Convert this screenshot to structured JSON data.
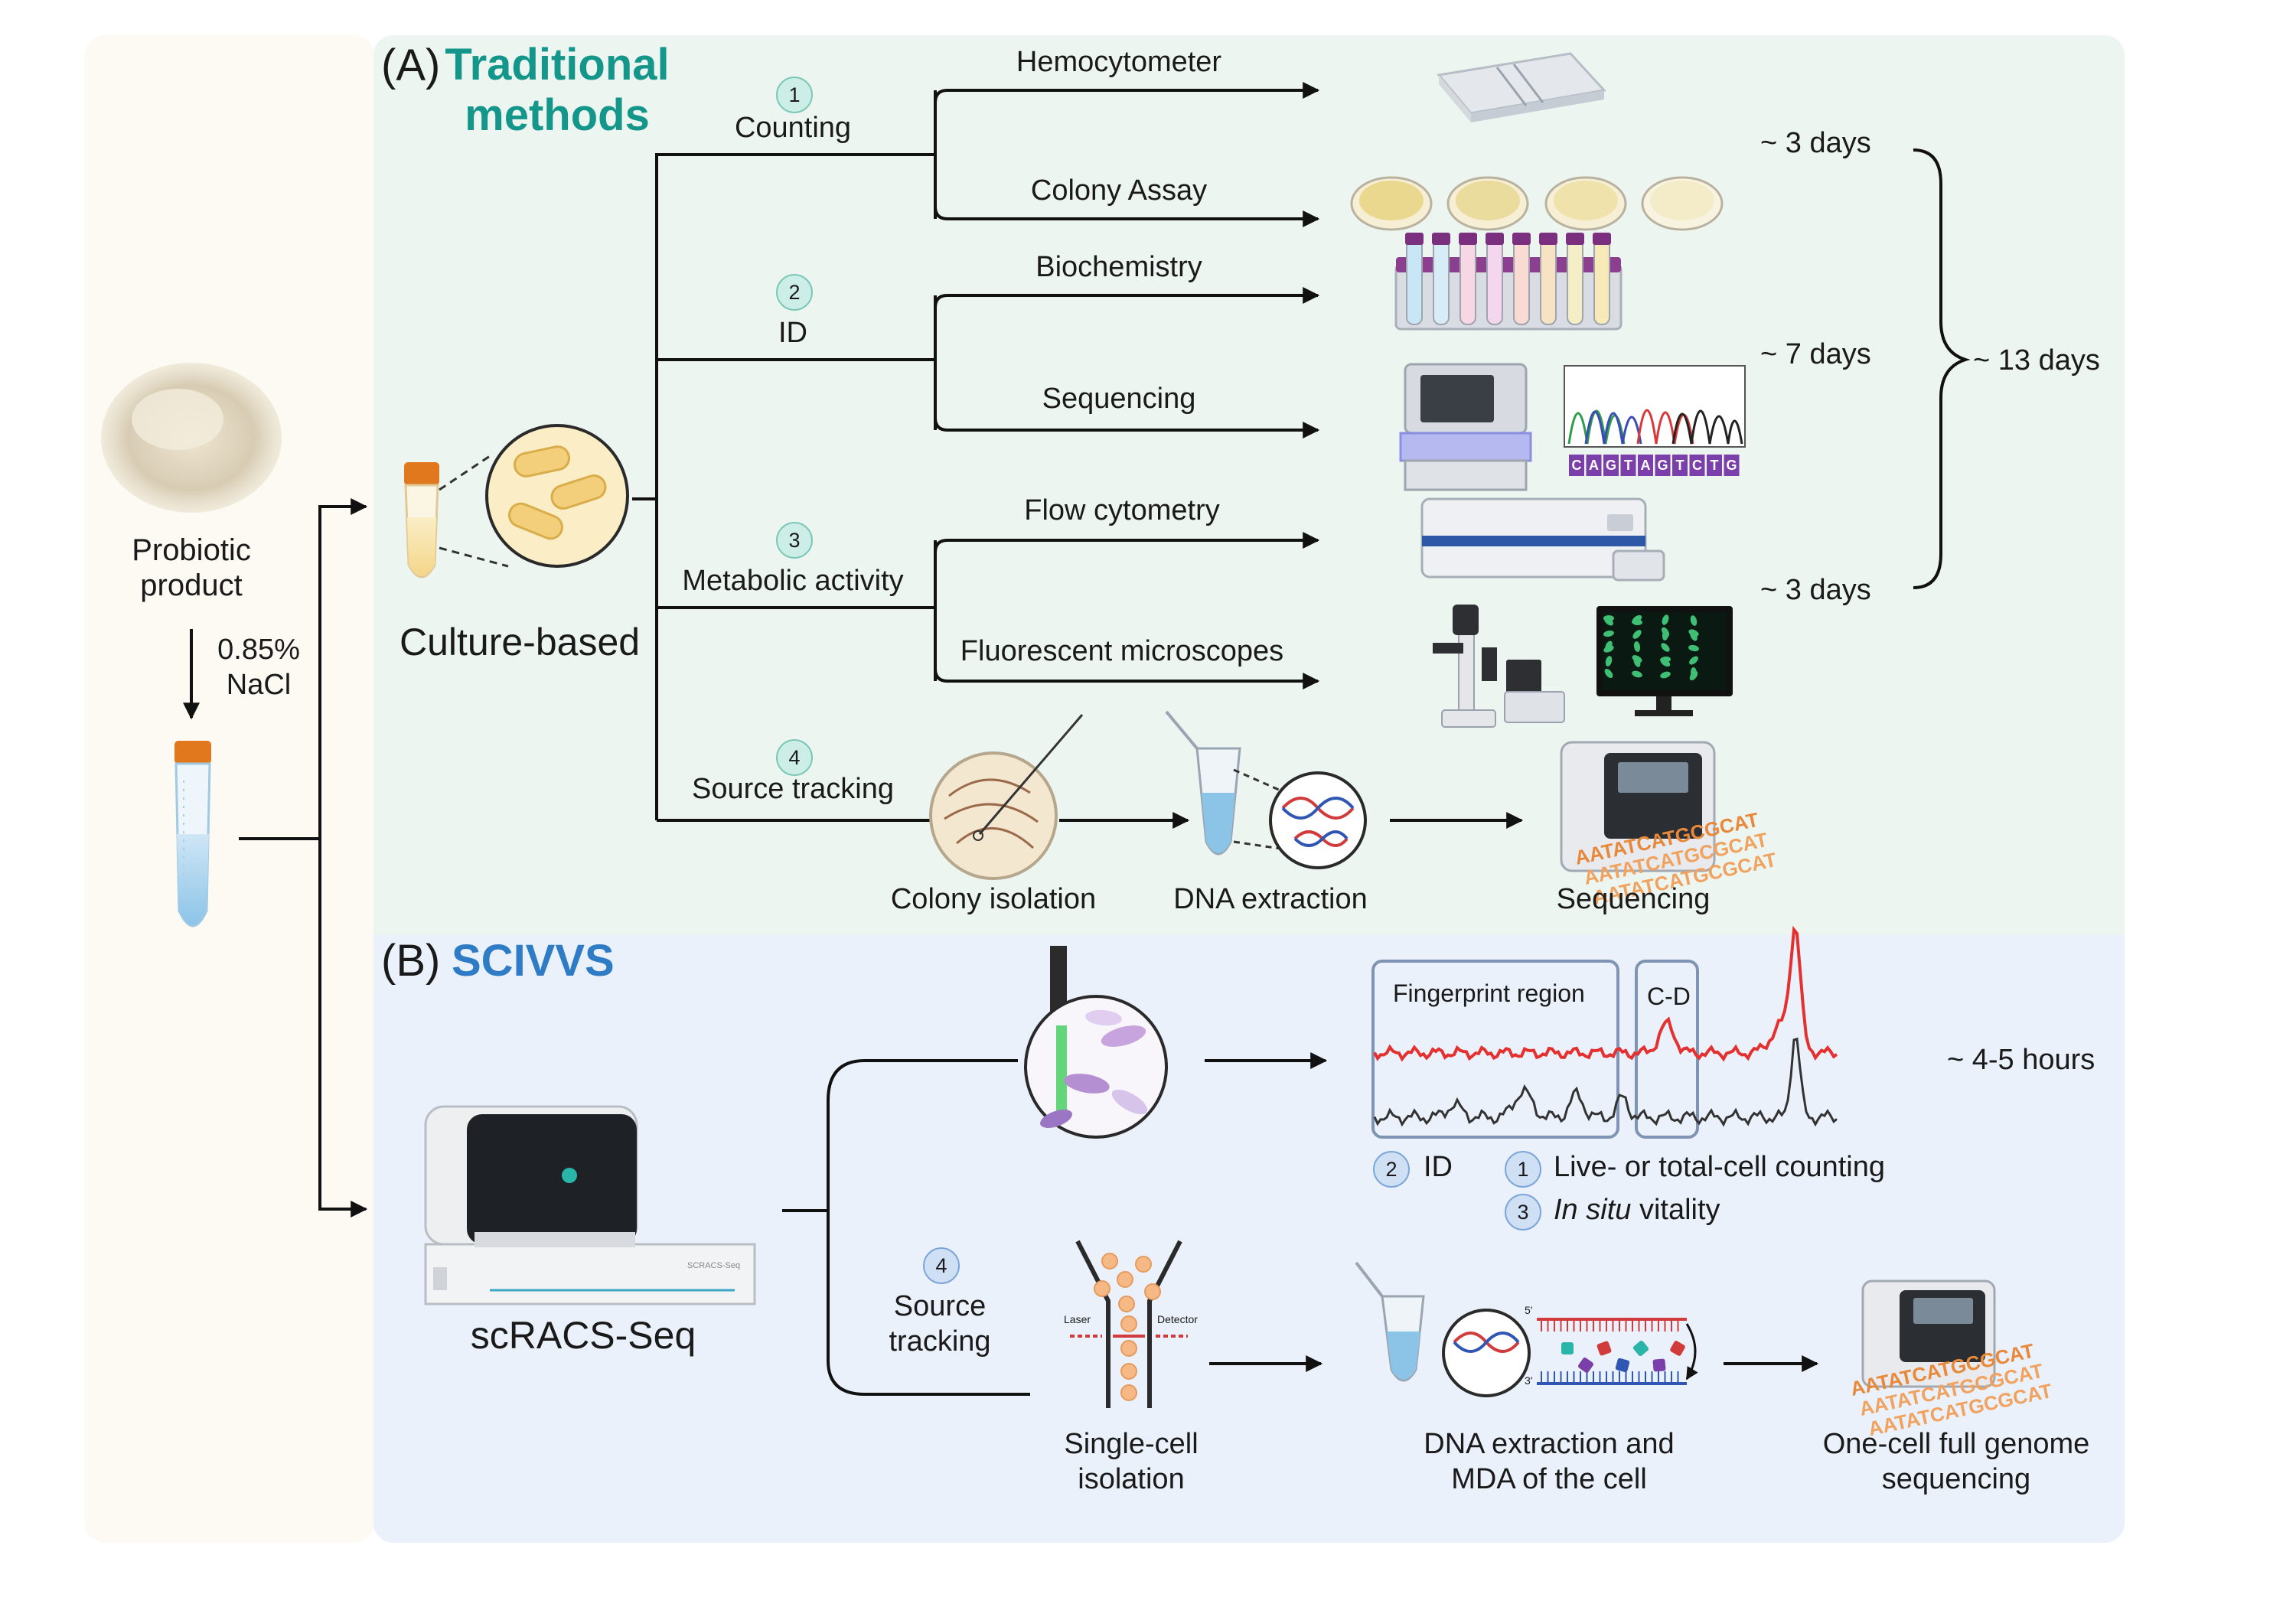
{
  "left": {
    "product": "Probiotic\nproduct",
    "saline": "0.85%\nNaCl"
  },
  "panel_a": {
    "tag": "(A)",
    "title": "Traditional\nmethods",
    "culture": "Culture-based",
    "groups": [
      {
        "num": "1",
        "label": "Counting",
        "methods": [
          "Hemocytometer",
          "Colony Assay"
        ]
      },
      {
        "num": "2",
        "label": "ID",
        "methods": [
          "Biochemistry",
          "Sequencing"
        ]
      },
      {
        "num": "3",
        "label": "Metabolic activity",
        "methods": [
          "Flow cytometry",
          "Fluorescent microscopes"
        ]
      },
      {
        "num": "4",
        "label": "Source tracking"
      }
    ],
    "steps": [
      "Colony isolation",
      "DNA extraction",
      "Sequencing"
    ],
    "durations": [
      "~ 3 days",
      "~ 7 days",
      "~ 3 days"
    ],
    "total": "~ 13 days",
    "seq_letters": "CAGTAGTCTG",
    "dna_text": "AATATCATGCGCAT"
  },
  "panel_b": {
    "tag": "(B)",
    "title": "SCIVVS",
    "instrument": "scRACS-Seq",
    "instrument_badge": "SCRACS-Seq",
    "spectrum_regions": [
      "Fingerprint region",
      "C-D"
    ],
    "duration": "~ 4-5 hours",
    "legend": [
      {
        "num": "2",
        "text": "ID"
      },
      {
        "num": "1",
        "text": "Live- or total-cell counting"
      },
      {
        "num": "3",
        "italic": "In situ",
        "text": " vitality"
      }
    ],
    "source": {
      "num": "4",
      "label": "Source\ntracking"
    },
    "sorter_labels": [
      "Laser",
      "Detector"
    ],
    "mda_labels": [
      "5'",
      "3'"
    ],
    "steps": [
      "Single-cell\nisolation",
      "DNA extraction and\nMDA of the cell",
      "One-cell full genome\nsequencing"
    ]
  }
}
